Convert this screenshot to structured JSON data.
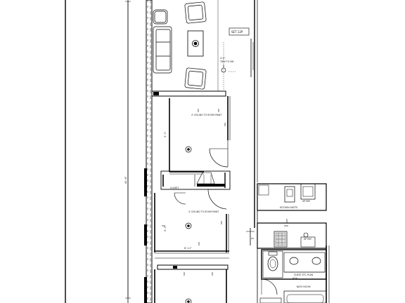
{
  "labels": {
    "overall_dim": "42'-8\"",
    "bedroom_1": "4' CEILING TO ROOM PAINT",
    "bedroom_2": "4' CEILING TO ROOM PAINT",
    "bedroom_1_dim": "9'-3\"",
    "bedroom_2_dim": "9'-3\"",
    "bed2_width": "8'-11\"",
    "closet": "CLOSET",
    "living_tag": "SET 12P",
    "living_note_1": "4'-0\"",
    "living_note_2": "TRIM TO RM",
    "kitchen": "KITCHEN MATTE",
    "kitchen_small": "HP REF",
    "bath": "GUEST ETC PLAN",
    "bath_2": "BATH ROOM",
    "bath_3": "HP REF",
    "bath_4": "ADA"
  }
}
